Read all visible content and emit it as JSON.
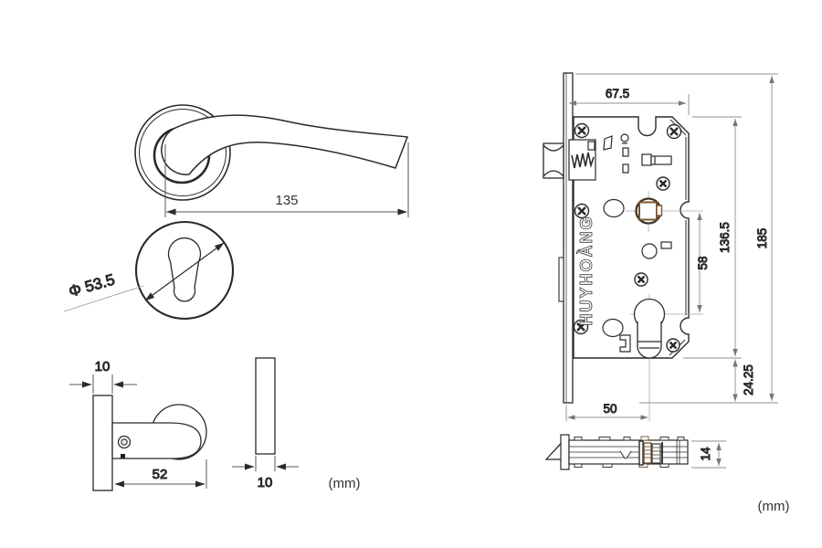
{
  "drawing": {
    "handle_front": {
      "length": "135"
    },
    "escutcheon_front": {
      "diameter": "Φ 53.5"
    },
    "handle_side": {
      "rose_thickness": "10",
      "projection": "52"
    },
    "escutcheon_side": {
      "thickness": "10"
    },
    "left_units": "(mm)",
    "lock_front": {
      "case_width": "67.5",
      "backset": "50",
      "centers": "58",
      "case_height": "136.5",
      "faceplate_height": "185",
      "below_case": "24.25",
      "brand": "HUYHOÀNG"
    },
    "lock_side": {
      "thickness": "14"
    },
    "right_units": "(mm)",
    "colors": {
      "outline": "#2a2a2a",
      "dimension_gray": "#8f8f8f",
      "accent_brown": "#6b4f35"
    }
  }
}
